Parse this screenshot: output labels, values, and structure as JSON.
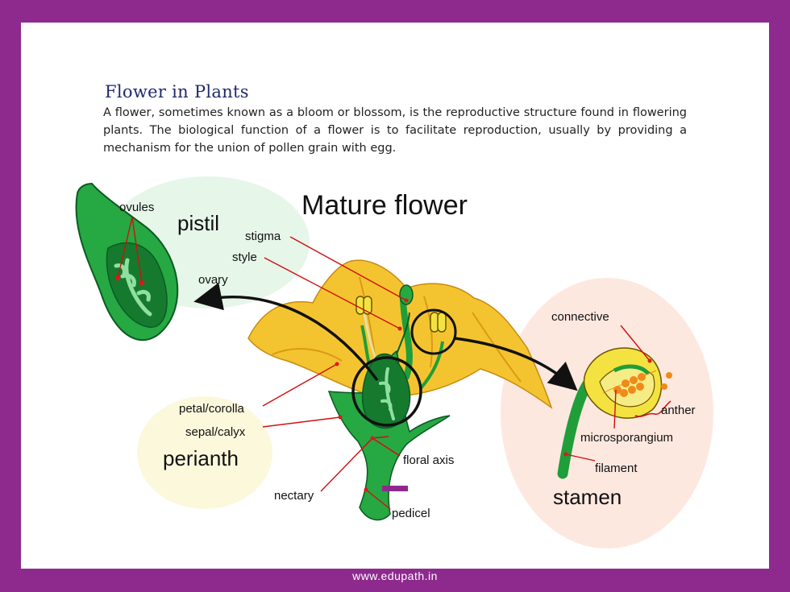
{
  "page": {
    "title": "Flower in Plants",
    "description": "A flower, sometimes known as a bloom or blossom, is the reproductive structure found in flowering plants. The biological function of a flower is to facilitate reproduction, usually by providing a mechanism for the union of pollen grain with egg.",
    "footer": "www.edupath.in"
  },
  "diagram": {
    "heading": "Mature flower",
    "groups": {
      "pistil": "pistil",
      "perianth": "perianth",
      "stamen": "stamen"
    },
    "labels": {
      "ovules": "ovules",
      "ovary": "ovary",
      "stigma": "stigma",
      "style": "style",
      "petal_corolla": "petal/corolla",
      "sepal_calyx": "sepal/calyx",
      "nectary": "nectary",
      "floral_axis": "floral axis",
      "pedicel": "pedicel",
      "connective": "connective",
      "anther": "anther",
      "microsporangium": "microsporangium",
      "filament": "filament"
    },
    "colors": {
      "frame": "#8e2a8e",
      "petal": "#f4c430",
      "green": "#1f9e3a",
      "dark_green": "#0c5a22",
      "pointer": "#d01010",
      "pistil_bg": "#e6f6e9",
      "perianth_bg": "#fbf8dc",
      "stamen_bg": "#fde8e0"
    }
  }
}
